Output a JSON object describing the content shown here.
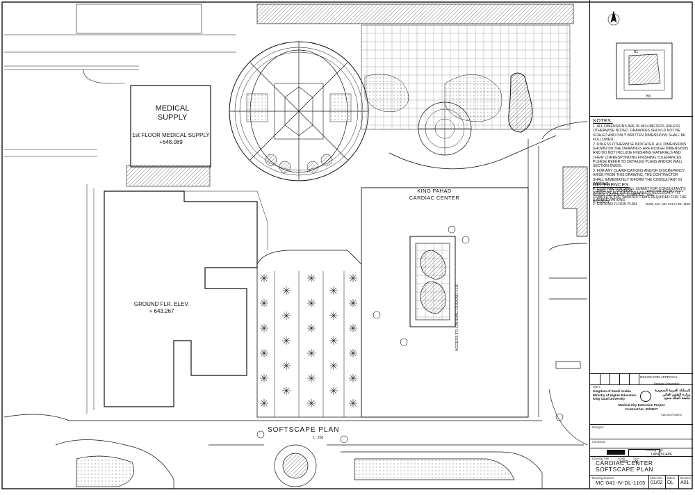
{
  "drawing_labels": {
    "medical_supply": "MEDICAL SUPPLY",
    "first_floor": "1st FLOOR MEDICAL SUPPLY",
    "first_floor_elev": "+648.089",
    "ground_floor": "GROUND FLR. ELEV.",
    "ground_floor_elev": "+ 643.267",
    "cardiac_center": "KING FAHAD CARDIAC CENTER",
    "access": "ACCESS TO CARDIAC GROUND FLR.",
    "plan_title": "SOFTSCAPE PLAN",
    "plan_scale": "1 : 250"
  },
  "notes": {
    "heading": "NOTES:",
    "items": [
      "1. ALL DIMENSIONS ARE IN MILLIMETERS UNLESS OTHERWISE NOTED. DRAWINGS SHOULD NOT BE SCALED AND ONLY WRITTEN DIMENSIONS SHALL BE FOLLOWED.",
      "2. UNLESS OTHERWISE INDICATED, ALL DIMENSIONS SHOWN ON THE DRAWINGS ARE ROUGH DIMENSIONS AND DO NOT INCLUDE FINISHING MATERIALS AND THEIR CORRESPONDING FINISHING TOLERANCES. PLEASE REFER TO DETAILED PLANS AND/OR WALL SECTION DWGS.",
      "3. FOR ANY CLARIFICATIONS AND/OR DISCREPANCY ARISE FROM THIS DRAWING, THE CONTRACTOR SHALL IMMEDIATELY INFORM THE CONSULTANT IN WRITING.",
      "4. CONTRACTOR SHALL SUBMIT FOR CONSULTANT'S APPROVAL ALL SHOP DRAWINGS NECESSARY TO COMPLETE THE VARIOUS ITEMS REQUIRED FOR THE PROJECT."
    ]
  },
  "references": {
    "heading": "REFERENCES",
    "items": [
      "1. DWG LIST, GENERAL NOTES, LEGENDS, SYMBOLS & ABBREVIATIONS",
      "2. GROUND FLOOR PLAN"
    ],
    "codes": [
      "DWG. NO. MC-041-IV-DL-0001",
      "DWG. NO. MC-041-IV-DL-1105"
    ]
  },
  "revision": {
    "description": "DESIGN FOR APPROVAL",
    "header": "Revision Description"
  },
  "client": {
    "label": "Client",
    "en_lines": [
      "Kingdom of Saudi Arabia",
      "Ministry of Higher Education",
      "King Saud University"
    ],
    "ar_lines": [
      "المملكة العربية السعودية",
      "وزارة التعليم العالي",
      "جامعة الملك سعود"
    ],
    "project": "Medical City Extension Project",
    "contract": "Contract No: 29/28/27"
  },
  "approval_stamp": "Approval Stamp",
  "designer_label": "Designer",
  "contractor_label": "Contractor",
  "drawing": {
    "title_label": "Drawing Title",
    "title_lines": [
      "CARDIAC CENTER",
      "SOFTSCAPE PLAN"
    ],
    "scale_label": "Scale",
    "scale": "1:250",
    "size_label": "Size",
    "size": "A1",
    "type_label": "Drawing Type",
    "type": "LANDSCAPE",
    "number_label": "Drawing Number",
    "number": "MC-041-IV-DL-1105",
    "sheet_label": "Sheet No.",
    "sheet": "01/02",
    "status_label": "Status",
    "status": "DL",
    "revision_label": "Revision",
    "revision": "A01"
  }
}
